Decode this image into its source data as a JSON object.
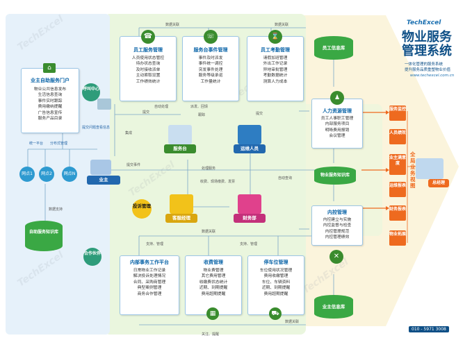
{
  "brand": {
    "logo": "TechExcel",
    "title_line1": "物业服务",
    "title_line2": "管理系统",
    "tagline1": "一体化管理的服务系统",
    "tagline2": "提升服务品质重塑物业价值",
    "url": "www.techexcel.com.cn",
    "phone": "010 - 5971 3008"
  },
  "portal": {
    "title": "业主自助服务门户",
    "items": [
      "物业公共信息发布",
      "生活信息查询",
      "事件实时跟踪",
      "费用缴纳提醒",
      "广告信息宣传",
      "服务产品目录"
    ]
  },
  "left_nodes": {
    "call_center": "呼叫中心",
    "cowork": "合作伙伴",
    "platform": "统一平台",
    "sms": "分布式管理",
    "site1": "网点1",
    "site2": "网点2",
    "siteN": "网点N",
    "kb": "自助服务知识库",
    "data_support": "数据支持"
  },
  "top_boxes": [
    {
      "title": "员工服务管理",
      "items": [
        "人员使用状态管控",
        "待办状态查询",
        "及时接收派单",
        "主动索取设置",
        "工作绩效统计"
      ]
    },
    {
      "title": "服务台事件管理",
      "items": [
        "事件及时派发",
        "事件统一调控",
        "突发事件处理",
        "服务等级承诺",
        "工作量统计"
      ]
    },
    {
      "title": "员工考勤管理",
      "items": [
        "请假加班管理",
        "外出工作记录",
        "异地审批管理",
        "考勤数据统计",
        "测算人力成本"
      ]
    }
  ],
  "bottom_boxes": [
    {
      "title": "内部事务工作平台",
      "items": [
        "日常物业工作记录",
        "解决投诉处理情况",
        "合同、采购商管理",
        "典型案例管理",
        "商务合作管理"
      ]
    },
    {
      "title": "收费管理",
      "items": [
        "物业费管理",
        "其它费用管理",
        "收缴费状态统计",
        "近期、到期提醒",
        "费用超期提醒"
      ]
    },
    {
      "title": "停车位管理",
      "items": [
        "车位使用状况管理",
        "费用收缴管理",
        "车位、车辆资料",
        "近期、到期提醒",
        "费用超期提醒"
      ]
    }
  ],
  "right_boxes": [
    {
      "title": "人力资源管理",
      "items": [
        "员工人事职工管理",
        "内部服务项目",
        "明晰费用报销",
        "会议管理"
      ]
    },
    {
      "title": "内控管理",
      "items": [
        "内控建立与实施",
        "内控监督与检查",
        "内控管理规范",
        "内控管理绩效"
      ]
    }
  ],
  "roles": {
    "service_desk": "服务台",
    "dispatcher": "运维人员",
    "owner": "业主",
    "complaint": "投诉管理",
    "general_manager": "客服经理",
    "finance": "财务部",
    "boss": "总经理"
  },
  "databases": {
    "staff_db": "员工信息库",
    "property_kb": "物业服务知识库",
    "owner_db": "业主信息库"
  },
  "right_tags": [
    "服务监控",
    "人员绩效",
    "业主满意度",
    "运维报表",
    "财务报表",
    "物业拓展"
  ],
  "center_tag": "全局业务视图",
  "flow_labels": {
    "data_link_top": "数据关联",
    "data_link_top2": "数据关联",
    "submit": "提交",
    "auto_track": "自动处理",
    "dispatch": "派发、回馈",
    "track": "跟踪",
    "integrate": "集成",
    "submit_event": "提交事件",
    "process_service": "处理服务",
    "auto_query": "自动查询",
    "charges": "收费、现场缴费、发票",
    "support": "支持、管理",
    "support2": "支持、管理",
    "data_link_bottom": "数据关联",
    "data_link_bottom2": "数据关联",
    "notify": "关注、提醒",
    "query": "提交问题查看信息"
  }
}
